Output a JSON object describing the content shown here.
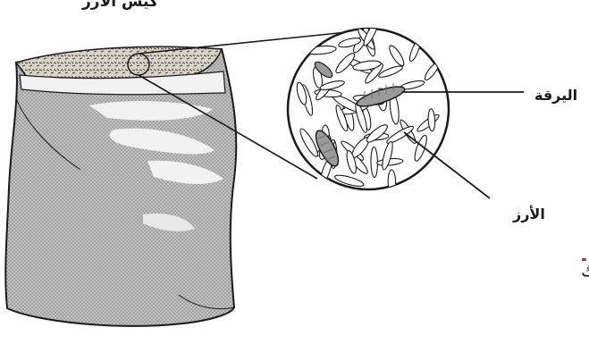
{
  "labels": {
    "bag": "كيس الأرز",
    "larva": "اليرقة",
    "rice": "الأرز",
    "stray_char": "ك"
  },
  "colors": {
    "outline": "#1a1a1a",
    "bag_fill": "#bdbdbd",
    "bag_highlight": "#f2f2f2",
    "larva": "#9a9a9a",
    "grain": "#ffffff",
    "stray_mark": "#e0201f"
  },
  "icons": [
    "rice-bag-icon",
    "magnifier-circle-icon",
    "larva-icon",
    "rice-grain-icon"
  ]
}
